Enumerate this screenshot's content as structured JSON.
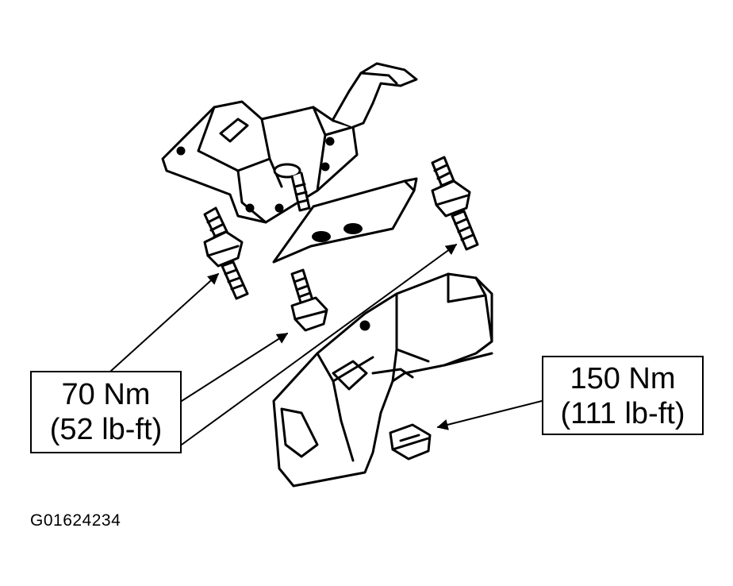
{
  "callouts": {
    "left": {
      "line1": "70 Nm",
      "line2": "(52 lb-ft)"
    },
    "right": {
      "line1": "150 Nm",
      "line2": "(111 lb-ft)"
    }
  },
  "figure_code": "G01624234",
  "colors": {
    "ink": "#000000",
    "paper": "#ffffff"
  },
  "parts": [
    "engine-mount-bracket",
    "mount-plate",
    "stud-bolt-left",
    "stud-bolt-right",
    "center-bolt",
    "frame-bracket",
    "flange-nut"
  ]
}
